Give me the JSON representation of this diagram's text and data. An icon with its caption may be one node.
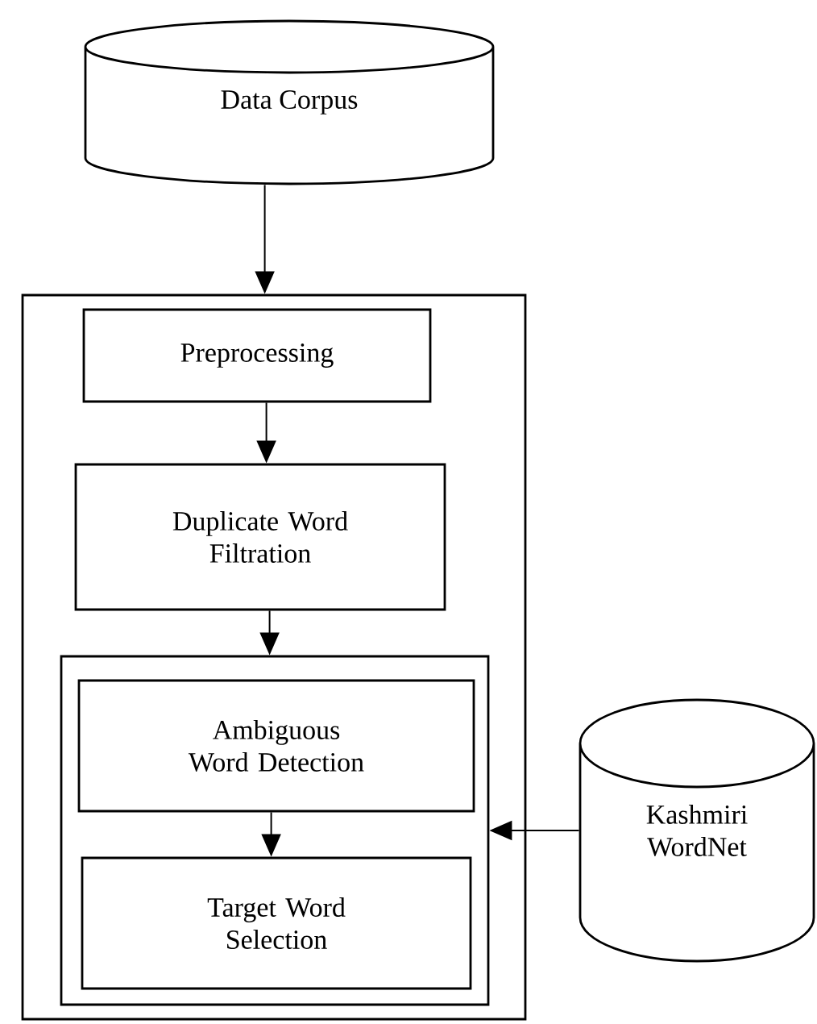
{
  "diagram": {
    "nodes": [
      {
        "text": [
          "Data Corpus"
        ]
      },
      {
        "text": [],
        "shape": "box"
      },
      {
        "text": [
          "Preprocessing"
        ],
        "in": 1
      },
      {
        "text": [
          "Duplicate Word Filtration"
        ],
        "in": 1
      },
      {
        "text": [],
        "shape": "box",
        "in": 1
      },
      {
        "text": [
          "Ambiguous Word Detection"
        ],
        "in": 4
      },
      {
        "text": [
          "Target Word Selection"
        ],
        "in": 4
      },
      {
        "text": [
          "Kashmiri WordNet"
        ]
      }
    ],
    "edges": [
      {
        "from": 0,
        "to": 1,
        "arrow": "to"
      },
      {
        "from": 2,
        "to": 3,
        "arrow": "to"
      },
      {
        "from": 3,
        "to": 4,
        "arrow": "to"
      },
      {
        "from": 5,
        "to": 6,
        "arrow": "to"
      },
      {
        "from": 7,
        "to": 4,
        "arrow": "to"
      }
    ]
  }
}
